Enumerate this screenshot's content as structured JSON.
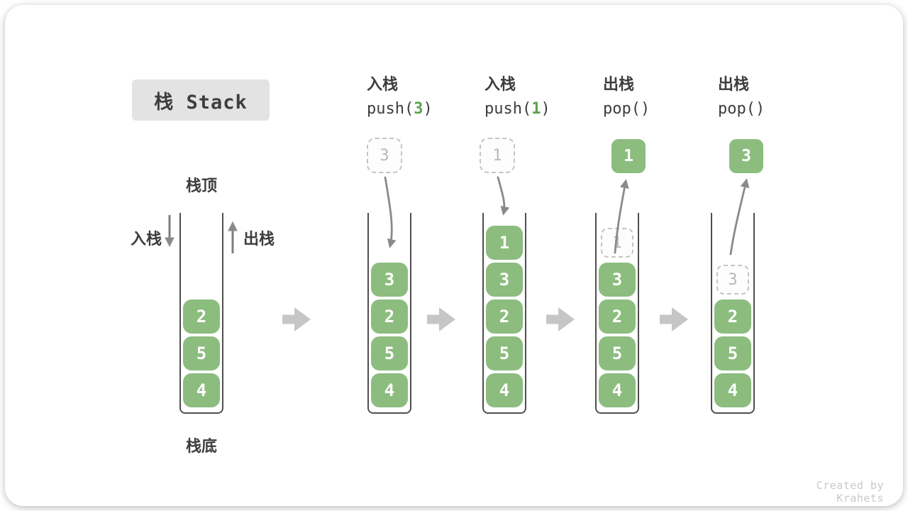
{
  "title": "栈 Stack",
  "legend": {
    "stack_top": "栈顶",
    "stack_bottom": "栈底",
    "push_side": "入栈",
    "pop_side": "出栈"
  },
  "operations": [
    {
      "label": "入栈",
      "code_pre": "push(",
      "code_arg": "3",
      "code_post": ")"
    },
    {
      "label": "入栈",
      "code_pre": "push(",
      "code_arg": "1",
      "code_post": ")"
    },
    {
      "label": "出栈",
      "code_pre": "pop(",
      "code_arg": "",
      "code_post": ")"
    },
    {
      "label": "出栈",
      "code_pre": "pop(",
      "code_arg": "",
      "code_post": ")"
    }
  ],
  "states": [
    {
      "blocks": [
        "2",
        "5",
        "4"
      ]
    },
    {
      "incoming": "3",
      "blocks": [
        "3",
        "2",
        "5",
        "4"
      ]
    },
    {
      "incoming": "1",
      "blocks": [
        "1",
        "3",
        "2",
        "5",
        "4"
      ]
    },
    {
      "outgoing": "1",
      "ghost": "1",
      "blocks": [
        "3",
        "2",
        "5",
        "4"
      ]
    },
    {
      "outgoing": "3",
      "ghost": "3",
      "blocks": [
        "2",
        "5",
        "4"
      ]
    }
  ],
  "watermark": "Created by Krahets",
  "colors": {
    "block_green": "#8cbd7f",
    "code_arg_green": "#5ba34c",
    "text_dark": "#3d3d3d",
    "wall_gray": "#4f4f4f",
    "arrow_gray": "#8a8a8a",
    "flow_arrow_gray": "#c6c6c6",
    "ghost_gray": "#c4c4c4",
    "ghost_text": "#b8b8b8",
    "title_bg": "#e3e3e3",
    "watermark_gray": "#c9c9c9"
  }
}
